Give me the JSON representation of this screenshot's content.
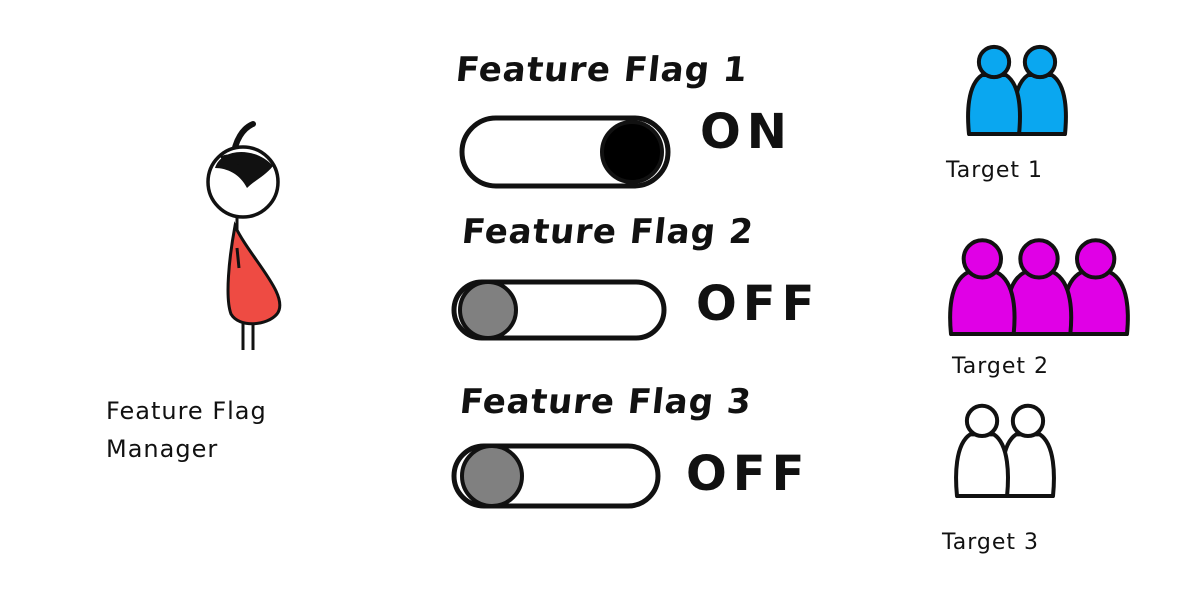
{
  "manager": {
    "label": "Feature Flag Manager",
    "body_color": "#ee4b43"
  },
  "flags": [
    {
      "label": "Feature Flag 1",
      "state": "ON",
      "on": true
    },
    {
      "label": "Feature Flag 2",
      "state": "OFF",
      "on": false
    },
    {
      "label": "Feature Flag 3",
      "state": "OFF",
      "on": false
    }
  ],
  "targets": [
    {
      "label": "Target 1",
      "color": "#0aa7f0",
      "people": 2
    },
    {
      "label": "Target 2",
      "color": "#e000e6",
      "people": 3
    },
    {
      "label": "Target 3",
      "color": "#ffffff",
      "people": 2
    }
  ],
  "colors": {
    "ink": "#111111",
    "knob_on": "#000000",
    "knob_off": "#808080"
  }
}
